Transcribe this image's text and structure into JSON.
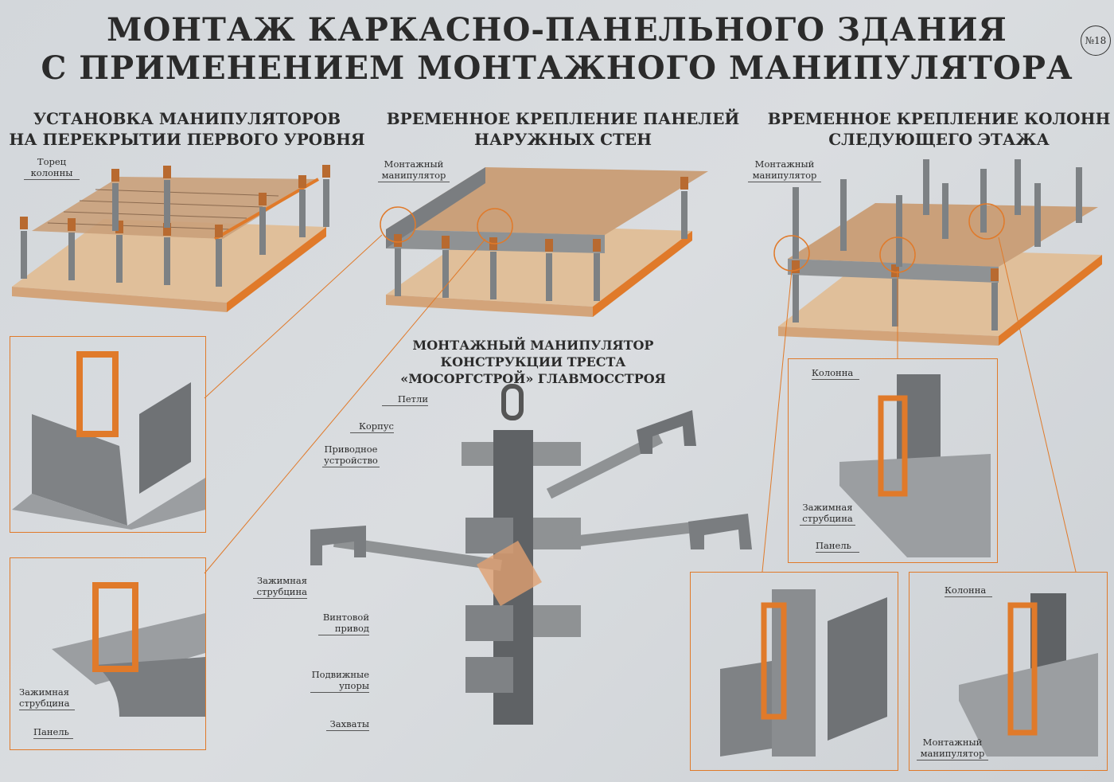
{
  "poster": {
    "title_line1": "МОНТАЖ КАРКАСНО-ПАНЕЛЬНОГО ЗДАНИЯ",
    "title_line2": "С ПРИМЕНЕНИЕМ МОНТАЖНОГО МАНИПУЛЯТОРА",
    "sheet_number": "№18"
  },
  "sections": {
    "left": {
      "line1": "УСТАНОВКА МАНИПУЛЯТОРОВ",
      "line2": "НА ПЕРЕКРЫТИИ ПЕРВОГО УРОВНЯ"
    },
    "middle": {
      "line1": "ВРЕМЕННОЕ КРЕПЛЕНИЕ ПАНЕЛЕЙ",
      "line2": "НАРУЖНЫХ СТЕН"
    },
    "right": {
      "line1": "ВРЕМЕННОЕ КРЕПЛЕНИЕ КОЛОНН",
      "line2": "СЛЕДУЮЩЕГО ЭТАЖА"
    },
    "center": {
      "line1": "МОНТАЖНЫЙ МАНИПУЛЯТОР",
      "line2": "КОНСТРУКЦИИ ТРЕСТА",
      "line3": "«МОСОРГСТРОЙ» ГЛАВМОССТРОЯ"
    }
  },
  "labels": {
    "column_end": "Торец колонны",
    "manipulator_mid": "Монтажный манипулятор",
    "manipulator_right": "Монтажный манипулятор",
    "loops": "Петли",
    "body": "Корпус",
    "drive_device": "Приводное устройство",
    "clamp_center": "Зажимная струбцина",
    "screw_drive": "Винтовой привод",
    "movable_stops": "Подвижные упоры",
    "grips": "Захваты",
    "clamp_left": "Зажимная струбцина",
    "panel_left": "Панель",
    "column_r1": "Колонна",
    "clamp_r1": "Зажимная струбцина",
    "panel_r1": "Панель",
    "column_r3": "Колонна",
    "manipulator_r3": "Монтажный манипулятор"
  },
  "colors": {
    "accent": "#e07a2a",
    "concrete": "#8c8e90",
    "slab": "#d9b48e",
    "background": "#d4d8dc"
  }
}
